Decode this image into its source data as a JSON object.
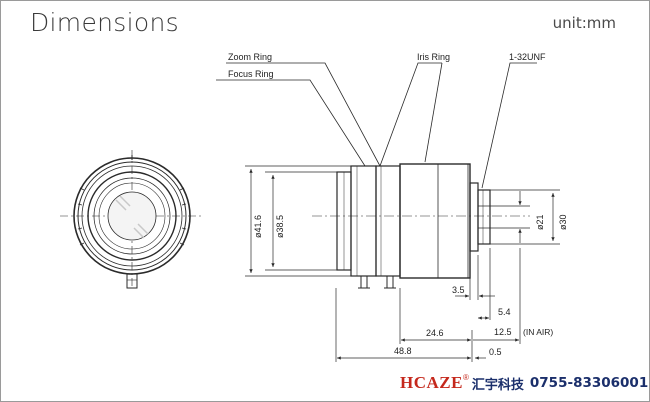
{
  "title": "Dimensions",
  "unit": "unit:mm",
  "callouts": {
    "zoom_ring": "Zoom Ring",
    "focus_ring": "Focus Ring",
    "iris_ring": "Iris Ring",
    "mount": "1-32UNF"
  },
  "dimensions": {
    "d_outer": "ø41.6",
    "d_inner": "ø38.5",
    "d_21": "ø21",
    "d_30": "ø30",
    "len_3_5": "3.5",
    "len_5_4": "5.4",
    "len_12_5": "12.5",
    "in_air": "(IN AIR)",
    "len_24_6": "24.6",
    "len_48_8": "48.8",
    "len_0_5": "0.5"
  },
  "footer": {
    "brand": "HCAZE",
    "registered": "®",
    "company": "汇宇科技",
    "phone": "0755-83306001"
  },
  "colors": {
    "brand_red": "#c5281c",
    "brand_blue": "#1b2f6b",
    "line": "#2a2a2a"
  }
}
